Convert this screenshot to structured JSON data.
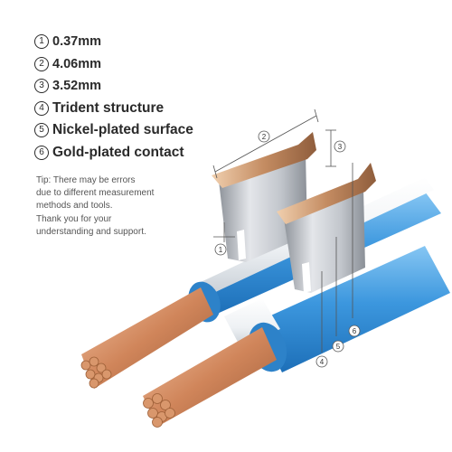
{
  "specs": [
    {
      "num": "1",
      "text": "0.37mm"
    },
    {
      "num": "2",
      "text": "4.06mm"
    },
    {
      "num": "3",
      "text": "3.52mm"
    },
    {
      "num": "4",
      "text": "Trident structure"
    },
    {
      "num": "5",
      "text": "Nickel-plated surface"
    },
    {
      "num": "6",
      "text": "Gold-plated contact"
    }
  ],
  "tip": {
    "line1": "Tip: There may be errors",
    "line2": "due to different measurement",
    "line3": "methods and tools.",
    "line4": "Thank you for your",
    "line5": "understanding and support."
  },
  "callouts": {
    "c1": "1",
    "c2": "2",
    "c3": "3",
    "c4": "4",
    "c5": "5",
    "c6": "6"
  },
  "colors": {
    "cable": "#3c97de",
    "copper": "#d59066",
    "nickel": "#c9ccd2",
    "gold": "#c48c62"
  }
}
